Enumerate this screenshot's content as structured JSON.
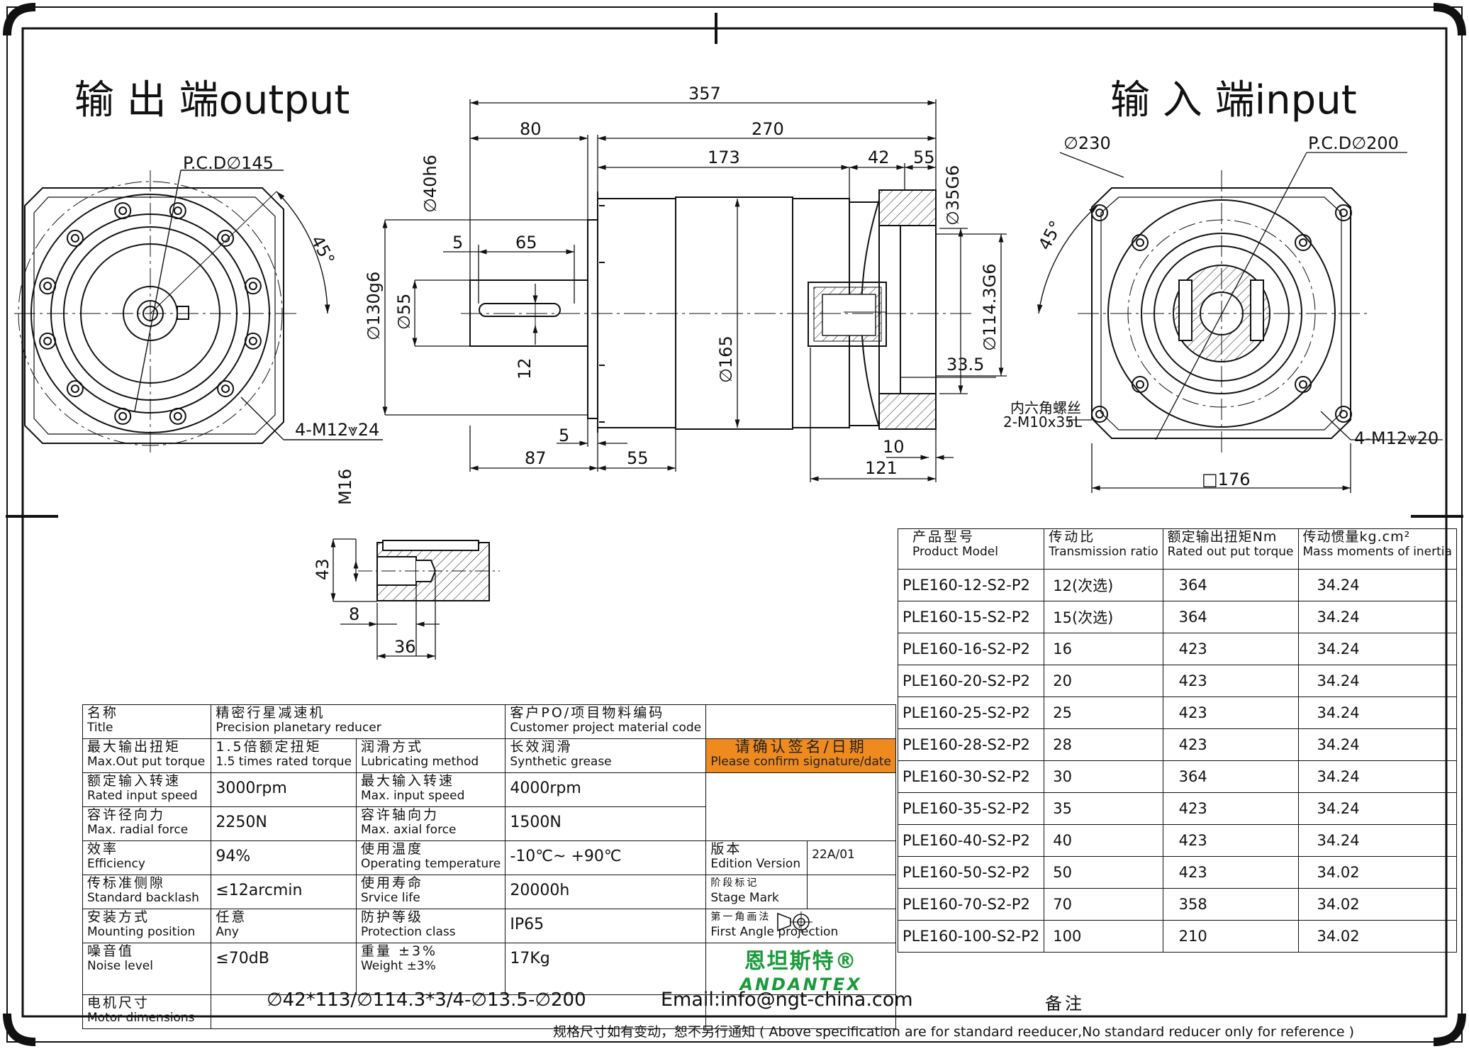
{
  "views": {
    "output_title": "输 出 端output",
    "input_title": "输 入 端input"
  },
  "output_view": {
    "pcd": "P.C.D∅145",
    "angle": "45°",
    "holes": "4-M12⩔24"
  },
  "input_view": {
    "dia_outer": "∅230",
    "pcd": "P.C.D∅200",
    "angle": "45°",
    "screw_zh": "内六角螺丝",
    "screw_en": "2-M10x35L",
    "holes": "4-M12⩔20",
    "square": "□176"
  },
  "side_view": {
    "overall": "357",
    "d80": "80",
    "d270": "270",
    "d173": "173",
    "d42": "42",
    "d55top": "55",
    "d40": "∅40h6",
    "d35": "∅35G6",
    "d5a": "5",
    "d65": "65",
    "d130": "∅130g6",
    "d55shaft": "∅55",
    "d12": "12",
    "d165": "∅165",
    "d1143": "∅114.3G6",
    "d335": "33.5",
    "d5b": "5",
    "d87": "87",
    "d55bot": "55",
    "d10": "10",
    "d121": "121"
  },
  "detail_view": {
    "thread": "M16",
    "d43": "43",
    "d8": "8",
    "d36": "36"
  },
  "spec_table": {
    "title_zh": "名称",
    "title_en": "Title",
    "title_val_zh": "精密行星减速机",
    "title_val_en": "Precision planetary reducer",
    "po_zh": "客户PO/项目物料编码",
    "po_en": "Customer project material code",
    "maxtorque_zh": "最大输出扭矩",
    "maxtorque_en": "Max.Out put torque",
    "maxtorque_val_zh": "1.5倍额定扭矩",
    "maxtorque_val_en": "1.5 times rated torque",
    "lube_zh": "润滑方式",
    "lube_en": "Lubricating method",
    "lube_val_zh": "长效润滑",
    "lube_val_en": "Synthetic grease",
    "confirm_zh": "请确认签名/日期",
    "confirm_en": "Please confirm signature/date",
    "ratedspeed_zh": "额定输入转速",
    "ratedspeed_en": "Rated input speed",
    "ratedspeed_val": "3000rpm",
    "maxspeed_zh": "最大输入转速",
    "maxspeed_en": "Max. input speed",
    "maxspeed_val": "4000rpm",
    "radial_zh": "容许径向力",
    "radial_en": "Max. radial force",
    "radial_val": "2250N",
    "axial_zh": "容许轴向力",
    "axial_en": "Max. axial force",
    "axial_val": "1500N",
    "eff_zh": "效率",
    "eff_en": "Efficiency",
    "eff_val": "94%",
    "temp_zh": "使用温度",
    "temp_en": "Operating temperature",
    "temp_val": "-10℃~ +90℃",
    "edition_zh": "版本",
    "edition_en": "Edition Version",
    "edition_val": "22A/01",
    "backlash_zh": "传标准侧隙",
    "backlash_en": "Standard backlash",
    "backlash_val": "≤12arcmin",
    "life_zh": "使用寿命",
    "life_en": "Srvice life",
    "life_val": "20000h",
    "stage_zh": "阶段标记",
    "stage_en": "Stage Mark",
    "mount_zh": "安装方式",
    "mount_en": "Mounting position",
    "mount_val_zh": "任意",
    "mount_val_en": "Any",
    "protect_zh": "防护等级",
    "protect_en": "Protection class",
    "protect_val": "IP65",
    "proj_zh": "第一角画法",
    "proj_en": "First Angle projection",
    "noise_zh": "噪音值",
    "noise_en": "Noise level",
    "noise_val": "≤70dB",
    "weight_zh": "重量 ±3%",
    "weight_en": "Weight ±3%",
    "weight_val": "17Kg",
    "brand_zh": "恩坦斯特®",
    "brand_en": "ANDANTEX",
    "motor_zh": "电机尺寸",
    "motor_en": "Motor dimensions",
    "motor_val": "∅42*113/∅114.3*3/4-∅13.5-∅200",
    "email": "Email:info@ngt-china.com",
    "remarks": "备注"
  },
  "model_table": {
    "headers": [
      {
        "zh": "产品型号",
        "en": "Product Model"
      },
      {
        "zh": "传动比",
        "en": "Transmission ratio"
      },
      {
        "zh": "额定输出扭矩Nm",
        "en": "Rated out put torque"
      },
      {
        "zh": "传动惯量kg.cm²",
        "en": "Mass moments of inertia"
      }
    ],
    "rows": [
      {
        "model": "PLE160-12-S2-P2",
        "ratio": "12(次选)",
        "torque": "364",
        "inertia": "34.24"
      },
      {
        "model": "PLE160-15-S2-P2",
        "ratio": "15(次选)",
        "torque": "364",
        "inertia": "34.24"
      },
      {
        "model": "PLE160-16-S2-P2",
        "ratio": "16",
        "torque": "423",
        "inertia": "34.24"
      },
      {
        "model": "PLE160-20-S2-P2",
        "ratio": "20",
        "torque": "423",
        "inertia": "34.24"
      },
      {
        "model": "PLE160-25-S2-P2",
        "ratio": "25",
        "torque": "423",
        "inertia": "34.24"
      },
      {
        "model": "PLE160-28-S2-P2",
        "ratio": "28",
        "torque": "423",
        "inertia": "34.24"
      },
      {
        "model": "PLE160-30-S2-P2",
        "ratio": "30",
        "torque": "364",
        "inertia": "34.24"
      },
      {
        "model": "PLE160-35-S2-P2",
        "ratio": "35",
        "torque": "423",
        "inertia": "34.24"
      },
      {
        "model": "PLE160-40-S2-P2",
        "ratio": "40",
        "torque": "423",
        "inertia": "34.24"
      },
      {
        "model": "PLE160-50-S2-P2",
        "ratio": "50",
        "torque": "423",
        "inertia": "34.02"
      },
      {
        "model": "PLE160-70-S2-P2",
        "ratio": "70",
        "torque": "358",
        "inertia": "34.02"
      },
      {
        "model": "PLE160-100-S2-P2",
        "ratio": "100",
        "torque": "210",
        "inertia": "34.02"
      }
    ]
  },
  "footer": {
    "note": "规格尺寸如有变动，恕不另行通知  ( Above specification are for standard reeducer,No standard reducer only for reference )"
  }
}
